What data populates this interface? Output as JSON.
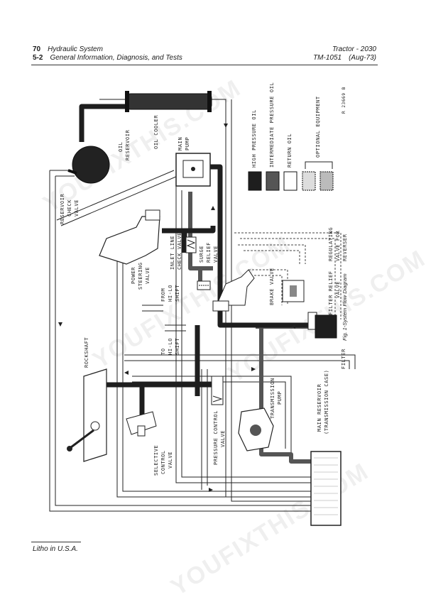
{
  "header": {
    "page_number": "70",
    "section": "5-2",
    "title": "Hydraulic System",
    "subtitle": "General Information, Diagnosis, and Tests",
    "model": "Tractor - 2030",
    "manual": "TM-1051",
    "date": "(Aug-73)"
  },
  "legend": {
    "items": [
      "HIGH PRESSURE OIL",
      "INTERMEDIATE PRESSURE OIL",
      "RETURN OIL"
    ],
    "optional": "OPTIONAL EQUIPMENT",
    "ref": "R 23669 B"
  },
  "labels": {
    "oil_cooler": "OIL COOLER",
    "oil_res_1": "OIL",
    "oil_res_2": "RESERVOIR",
    "main_pump_1": "MAIN",
    "main_pump_2": "PUMP",
    "res_check_1": "RESERVOIR",
    "res_check_2": "CHECK",
    "res_check_3": "VALVE",
    "ps_1": "POWER",
    "ps_2": "STEERING",
    "ps_3": "VALVE",
    "inlet_1": "INLET LINE",
    "inlet_2": "CHECK VALVE",
    "surge_1": "SURGE",
    "surge_2": "RELIEF",
    "surge_3": "VALVE",
    "from_1": "FROM",
    "from_2": "HI-LO",
    "from_3": "SHIFT",
    "to_1": "TO",
    "to_2": "HI-LO",
    "to_3": "SHIFT",
    "brake": "BRAKE VALVE",
    "reg_1": "REGULATING",
    "reg_2": "VALVE FOR",
    "reg_3": "REVERSER",
    "frv_1": "FILTER RELIEF",
    "frv_2": "VALVE",
    "filter": "FILTER",
    "rockshaft": "ROCKSHAFT",
    "scv_1": "SELECTIVE",
    "scv_2": "CONTROL",
    "scv_3": "VALVE",
    "pcv_1": "PRESSURE CONTROL",
    "pcv_2": "VALVE",
    "tp_1": "TRANSMISSION",
    "tp_2": "PUMP",
    "mr_1": "MAIN RESERVOIR",
    "mr_2": "(TRANSMISSION CASE)"
  },
  "caption": "Fig. 1-System Flow Diagram",
  "footer": "Litho in U.S.A.",
  "watermark": "YOUFIXTHIS.COM",
  "colors": {
    "high_pressure": "#1e1e1e",
    "intermediate": "#555555",
    "return": "#ffffff",
    "line": "#222222"
  }
}
